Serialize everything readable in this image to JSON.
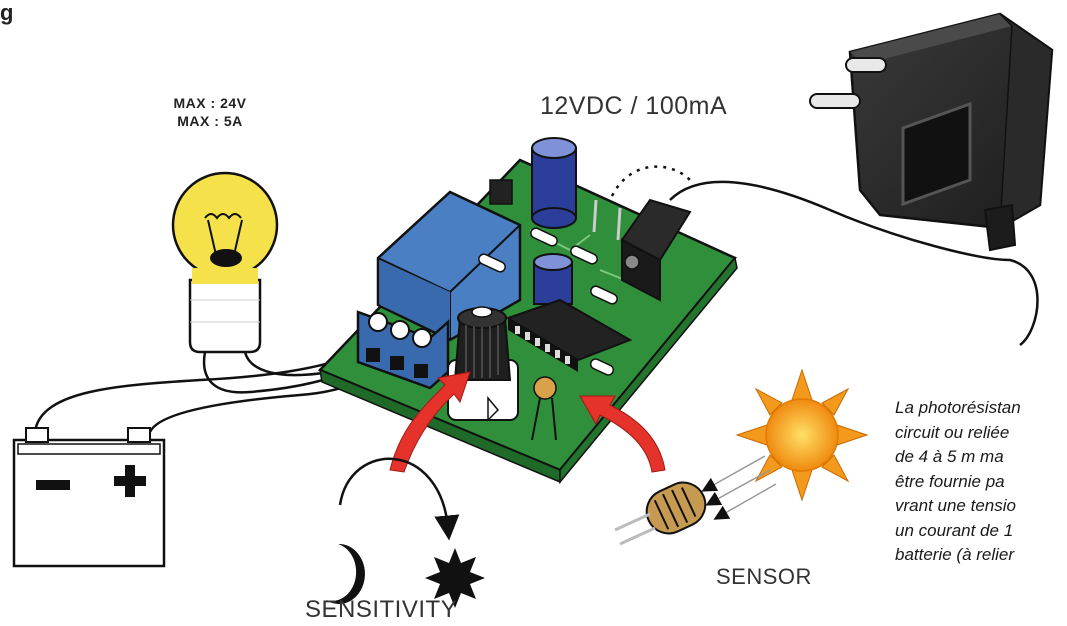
{
  "corner_text": "g",
  "lamp_spec": {
    "line1": "MAX : 24V",
    "line2": "MAX : 5A"
  },
  "power_spec": "12VDC / 100mA",
  "sensor_label": "SENSOR",
  "sensitivity_label": "SENSITIVITY",
  "battery": {
    "minus": "−",
    "plus": "+"
  },
  "caption_lines": [
    "La photorésistan",
    "circuit ou reliée",
    "de 4 à 5 m ma",
    "être fournie pa",
    "vrant une tensio",
    "un courant de 1",
    "batterie (à relier"
  ],
  "colors": {
    "pcb": "#2f8f3a",
    "relay": "#4a7fc4",
    "capacitor": "#2b3f9a",
    "arrow": "#e5322b",
    "bulb": "#f5e24a",
    "sun": "#f39a1c"
  }
}
